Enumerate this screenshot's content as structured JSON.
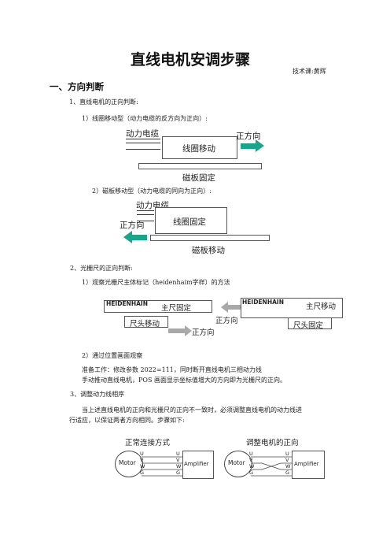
{
  "doc": {
    "title": "直线电机安调步骤",
    "author": "技术课:黄辉",
    "section1": "一、方向判断",
    "item1": "1、直线电机的正向判断:",
    "item1_1": "1）线圈移动型（动力电缆的反方向为正向）:",
    "item1_2": "2）磁板移动型（动力电缆的同向为正向）:",
    "item2": "2、光栅尺的正向判断:",
    "item2_1": "1）观察光栅尺主体标记（heidenhaim字样）的方法",
    "item2_2": "2）通过位置画面观察",
    "prep_line1": "准备工作：修改参数 2022=111，同时断开直线电机三相动力线",
    "prep_line2": "手动推动直线电机，POS 画面显示坐标值增大的方向即为光栅尺的正向。",
    "item3": "3、调整动力线相序",
    "para_line1": "当上述直线电机的正向和光栅尺的正向不一致时，必须调整直线电机的动力线进",
    "para_line2": "行适应，以保证两者方向相同。步骤如下:"
  },
  "fig1": {
    "cable": "动力电缆",
    "coil": "线圈移动",
    "dir": "正方向",
    "magnet": "磁板固定"
  },
  "fig2": {
    "cable": "动力电缆",
    "coil": "线圈固定",
    "dir": "正方向",
    "magnet": "磁板移动"
  },
  "fig3": {
    "left": {
      "brand": "HEIDENHAIN",
      "scale": "主尺固定",
      "head": "尺头移动",
      "dir": "正方向"
    },
    "right": {
      "brand": "HEIDENHAIN",
      "scale": "主尺移动",
      "head": "尺头固定",
      "dir": "正方向"
    }
  },
  "fig4": {
    "left": {
      "title": "正常连接方式",
      "motor": "Motor",
      "amp": "Amplifier",
      "phases": [
        "U",
        "V",
        "W",
        "G"
      ]
    },
    "right": {
      "title": "调整电机的正向",
      "motor": "Motor",
      "amp": "Amplifier",
      "phases_left": [
        "U",
        "V",
        "W",
        "G"
      ],
      "phases_right": [
        "U",
        "V",
        "W",
        "G"
      ]
    }
  },
  "colors": {
    "arrow_green": "#1aa58a",
    "arrow_grey": "#a9a9a9"
  }
}
